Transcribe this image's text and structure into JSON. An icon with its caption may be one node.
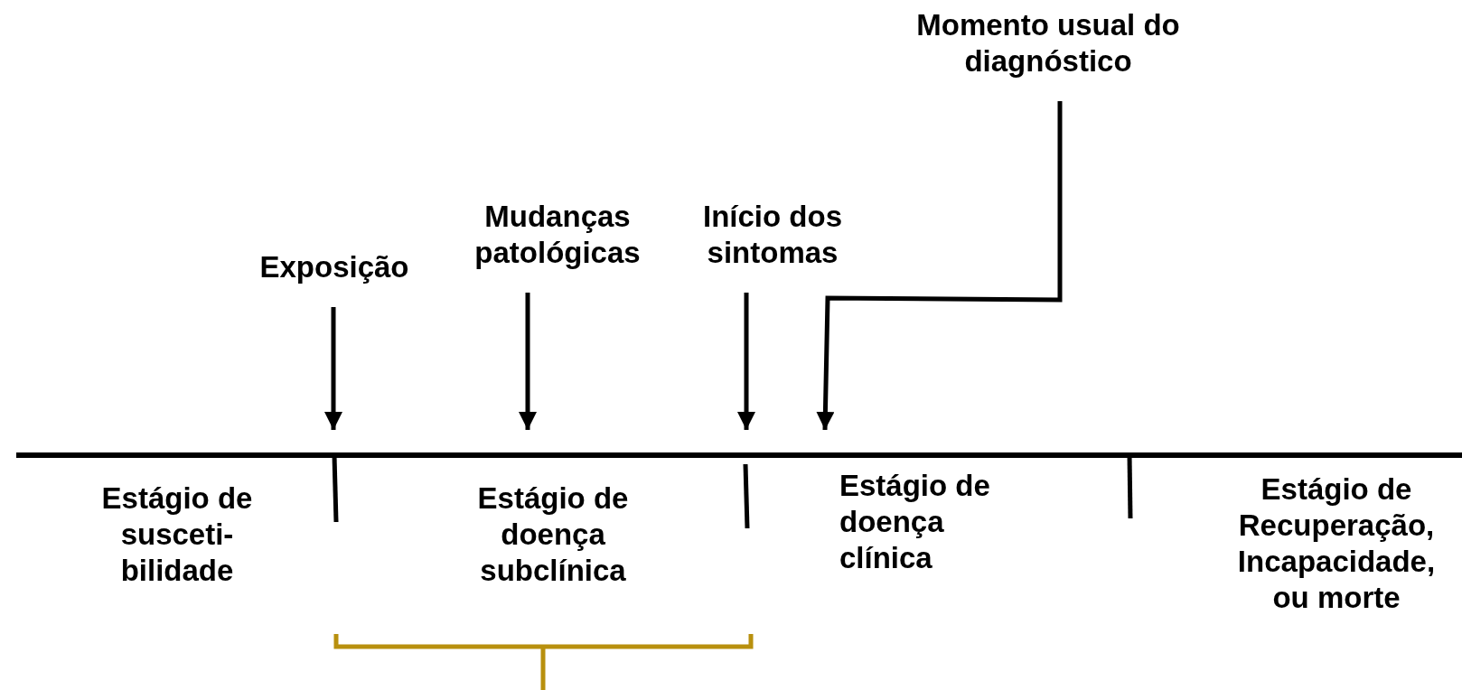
{
  "diagram": {
    "nodes": [
      {
        "text": [
          "Exposição"
        ]
      },
      {
        "text": [
          "Mudanças patológicas"
        ]
      },
      {
        "text": [
          "Início dos sintomas"
        ]
      },
      {
        "text": [
          "Momento usual do diagnóstico"
        ]
      }
    ],
    "edges": [
      {
        "from": 0,
        "to": null,
        "arrow": "to"
      },
      {
        "from": 1,
        "to": null,
        "arrow": "to"
      },
      {
        "from": 2,
        "to": null,
        "arrow": "to"
      },
      {
        "from": 3,
        "to": null,
        "arrow": "to"
      }
    ],
    "labels": [
      "Estágio de susceti- bilidade",
      "Estágio de doença subclínica",
      "Estágio de doença clínica",
      "Estágio de Recuperação, Incapacidade, ou morte"
    ]
  }
}
